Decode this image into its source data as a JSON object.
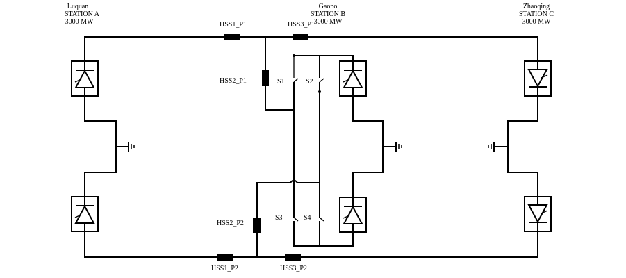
{
  "stations": [
    {
      "name": "Luquan",
      "label": "STATION A",
      "power": "3000 MW"
    },
    {
      "name": "Gaopo",
      "label": "STATION B",
      "power": "3000 MW"
    },
    {
      "name": "Zhaoqing",
      "label": "STATION C",
      "power": "3000 MW"
    }
  ],
  "breakers": {
    "hss1_p1": "HSS1_P1",
    "hss2_p1": "HSS2_P1",
    "hss3_p1": "HSS3_P1",
    "hss1_p2": "HSS1_P2",
    "hss2_p2": "HSS2_P2",
    "hss3_p2": "HSS3_P2"
  },
  "switches": {
    "s1": "S1",
    "s2": "S2",
    "s3": "S3",
    "s4": "S4"
  }
}
